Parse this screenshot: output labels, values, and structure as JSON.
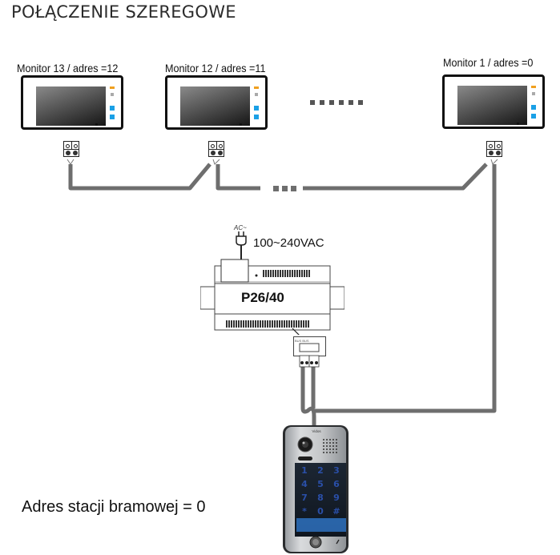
{
  "title": "POŁĄCZENIE SZEREGOWE",
  "monitors": [
    {
      "label": "Monitor 13 / adres =12"
    },
    {
      "label": "Monitor 12 / adres =11"
    },
    {
      "label": "Monitor 1 / adres =0"
    }
  ],
  "ellipsis_between_monitors": "......",
  "bus_gap_ellipsis": "...",
  "power_supply": {
    "model": "P26/40",
    "ac_label": "AC~",
    "voltage": "100~240VAC"
  },
  "door_station": {
    "brand": "Vidos",
    "keys": [
      "1",
      "2",
      "3",
      "4",
      "5",
      "6",
      "7",
      "8",
      "9",
      "*",
      "0",
      "#"
    ],
    "address_label": "Adres stacji bramowej = 0"
  },
  "colors": {
    "wire": "#6e6e6e",
    "led_orange": "#f0a020",
    "button_blue": "#1aa0e6",
    "panel_silver": "#c8cacc"
  }
}
